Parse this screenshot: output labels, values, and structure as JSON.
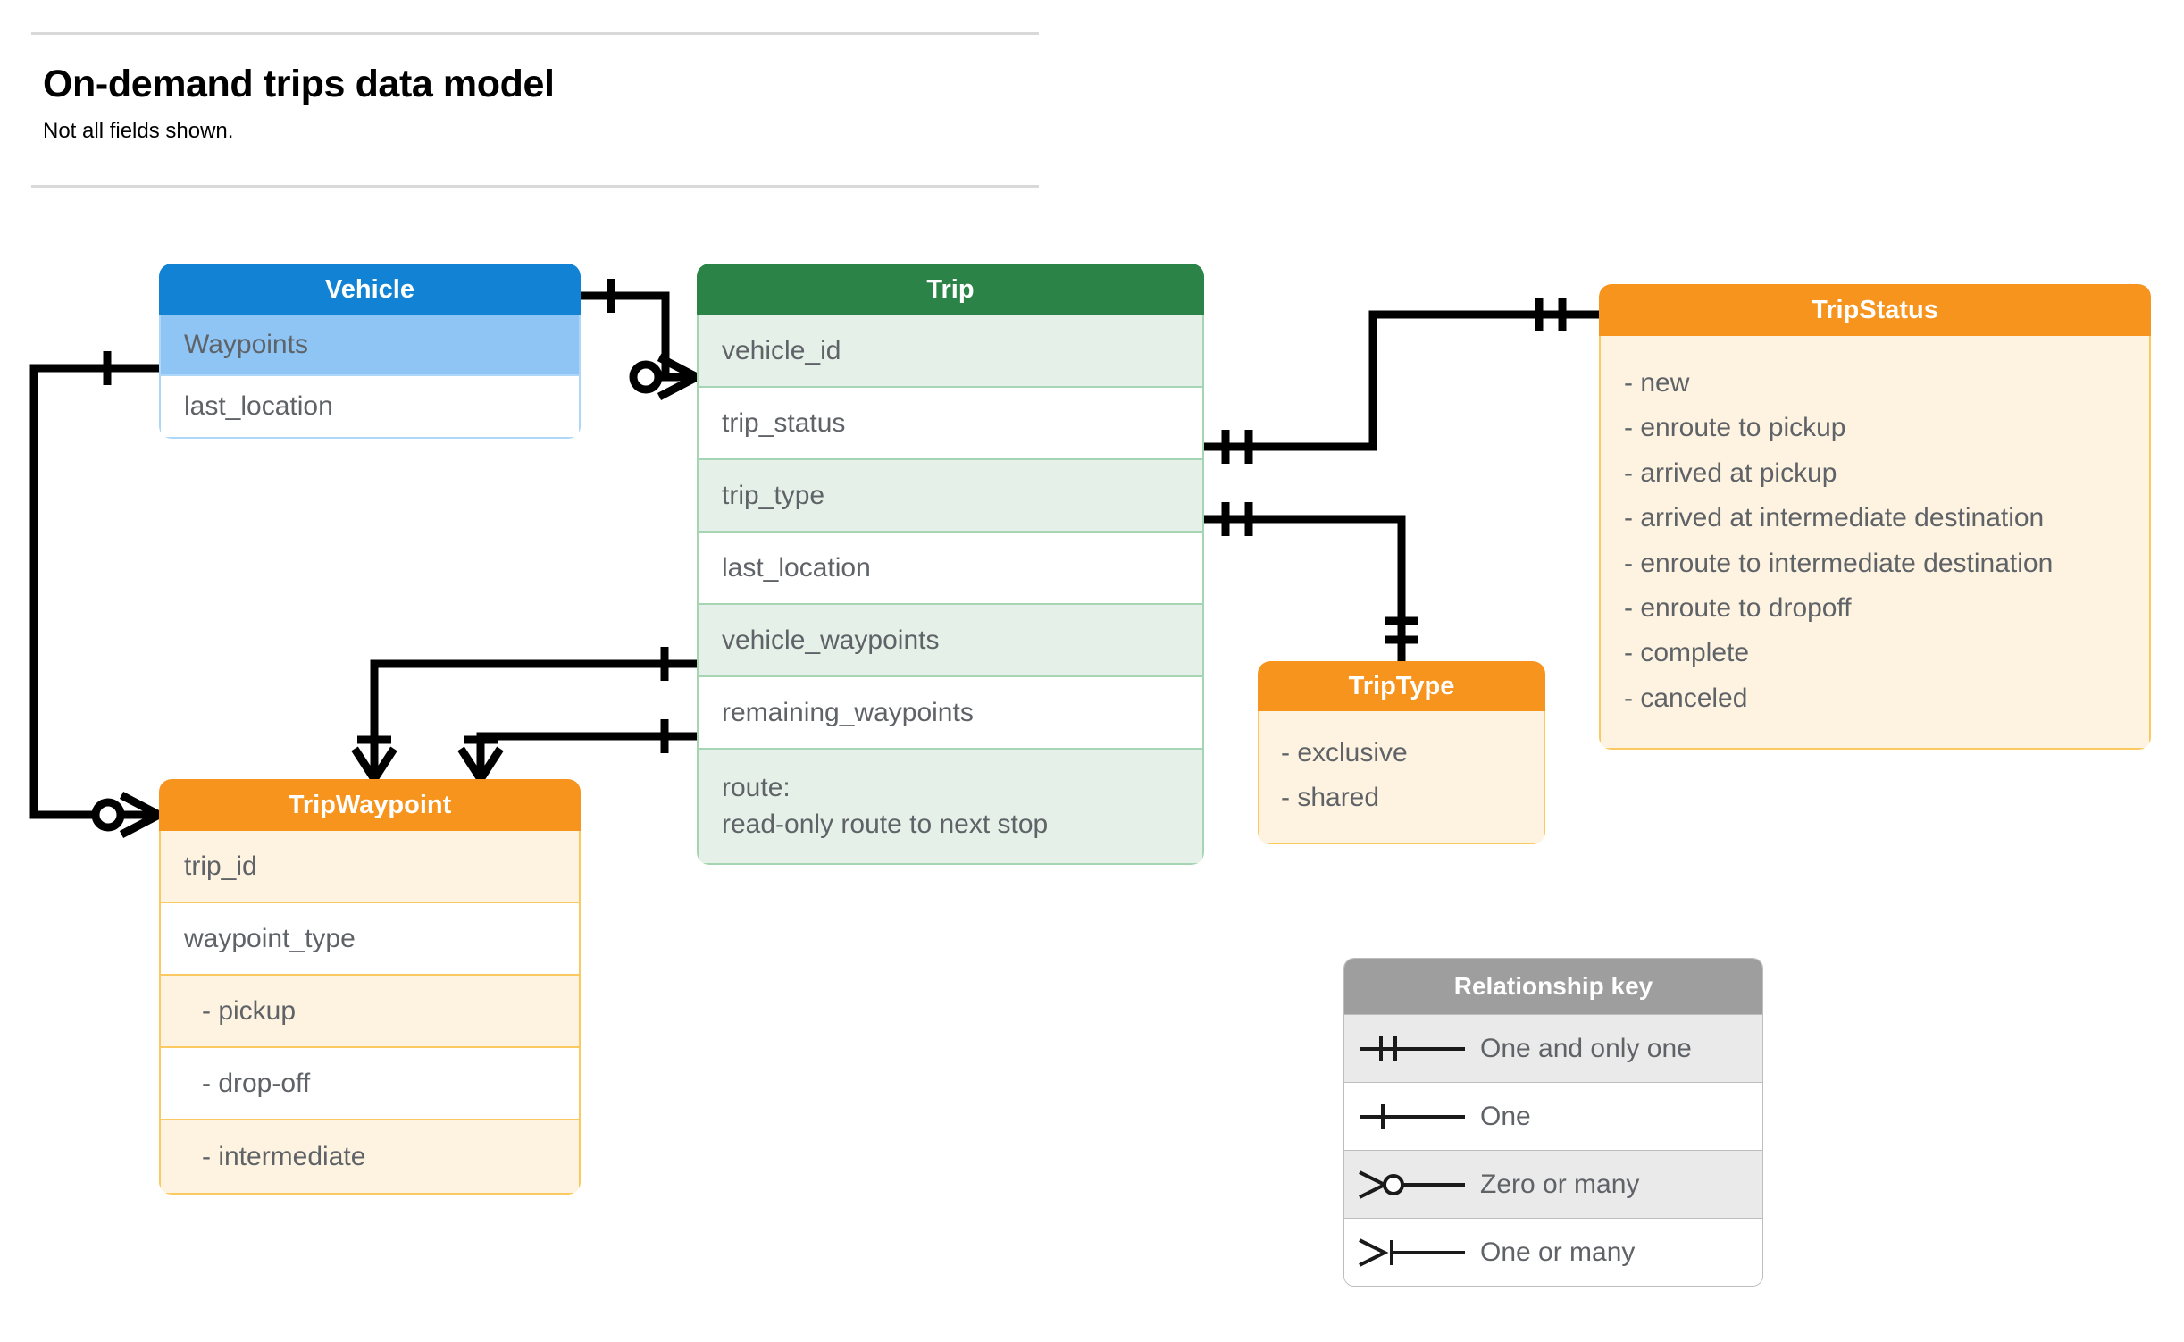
{
  "header": {
    "title": "On-demand trips data model",
    "subtitle": "Not all fields shown."
  },
  "entities": {
    "vehicle": {
      "name": "Vehicle",
      "color": "#1283d4",
      "fields": [
        "Waypoints",
        "last_location"
      ]
    },
    "trip": {
      "name": "Trip",
      "color": "#2b8348",
      "fields": [
        "vehicle_id",
        "trip_status",
        "trip_type",
        "last_location",
        "vehicle_waypoints",
        "remaining_waypoints"
      ],
      "route_label": "route:",
      "route_desc": "read-only route to next stop"
    },
    "trip_status": {
      "name": "TripStatus",
      "color": "#f7941d",
      "values": [
        "- new",
        "- enroute to pickup",
        "- arrived at pickup",
        "- arrived at intermediate destination",
        "- enroute to intermediate destination",
        "- enroute to dropoff",
        "- complete",
        "- canceled"
      ]
    },
    "trip_type": {
      "name": "TripType",
      "color": "#f7941d",
      "values": [
        "- exclusive",
        "- shared"
      ]
    },
    "trip_waypoint": {
      "name": "TripWaypoint",
      "color": "#f7941d",
      "fields": [
        "trip_id",
        "waypoint_type"
      ],
      "values": [
        "-  pickup",
        "-  drop-off",
        "-  intermediate"
      ]
    }
  },
  "legend": {
    "title": "Relationship key",
    "rows": [
      {
        "symbol": "one-and-only-one",
        "label": "One and only one"
      },
      {
        "symbol": "one",
        "label": "One"
      },
      {
        "symbol": "zero-or-many",
        "label": "Zero or many"
      },
      {
        "symbol": "one-or-many",
        "label": "One or many"
      }
    ]
  },
  "relationships": [
    {
      "from": "Vehicle.Waypoints",
      "to": "TripWaypoint",
      "from_card": "one",
      "to_card": "zero-or-many"
    },
    {
      "from": "Vehicle",
      "to": "Trip.vehicle_id",
      "from_card": "one",
      "to_card": "zero-or-many"
    },
    {
      "from": "Trip.trip_status",
      "to": "TripStatus",
      "from_card": "one-and-only-one",
      "to_card": "one-and-only-one"
    },
    {
      "from": "Trip.trip_type",
      "to": "TripType",
      "from_card": "one-and-only-one",
      "to_card": "one-and-only-one"
    },
    {
      "from": "Trip.vehicle_waypoints",
      "to": "TripWaypoint",
      "from_card": "one",
      "to_card": "one-or-many"
    },
    {
      "from": "Trip.remaining_waypoints",
      "to": "TripWaypoint",
      "from_card": "one",
      "to_card": "one-or-many"
    }
  ]
}
